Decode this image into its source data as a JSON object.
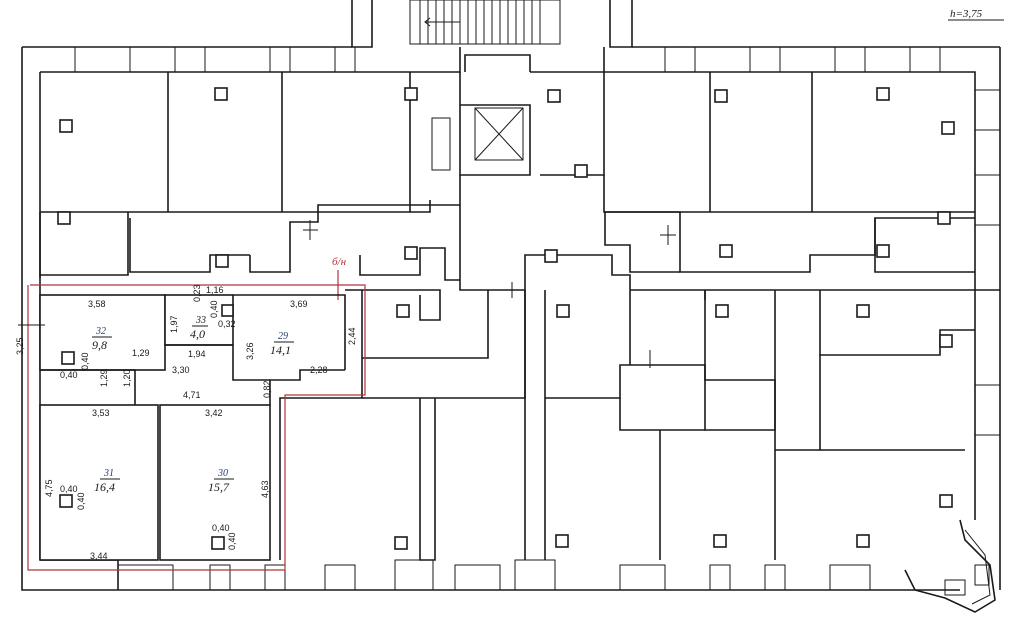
{
  "plan": {
    "height_label": "h=3,75",
    "unit_label": "б/н",
    "rooms": [
      {
        "number": "32",
        "area": "9,8",
        "dims": [
          "3,58",
          "3,25",
          "0,40",
          "0,40",
          "1,29"
        ]
      },
      {
        "number": "33",
        "area": "4,0",
        "dims": [
          "1,16",
          "0,23",
          "1,97",
          "0,40",
          "0,32",
          "1,94"
        ]
      },
      {
        "number": "29",
        "area": "14,1",
        "dims": [
          "3,69",
          "2,44",
          "3,26",
          "2,28",
          "0,82"
        ]
      },
      {
        "number": "31",
        "area": "16,4",
        "dims": [
          "3,53",
          "4,75",
          "0,40",
          "0,40",
          "3,44"
        ]
      },
      {
        "number": "30",
        "area": "15,7",
        "dims": [
          "3,42",
          "4,63",
          "0,40",
          "0,40"
        ]
      }
    ],
    "corridor_dims": [
      "3,30",
      "1,29",
      "1,20",
      "4,71"
    ]
  }
}
